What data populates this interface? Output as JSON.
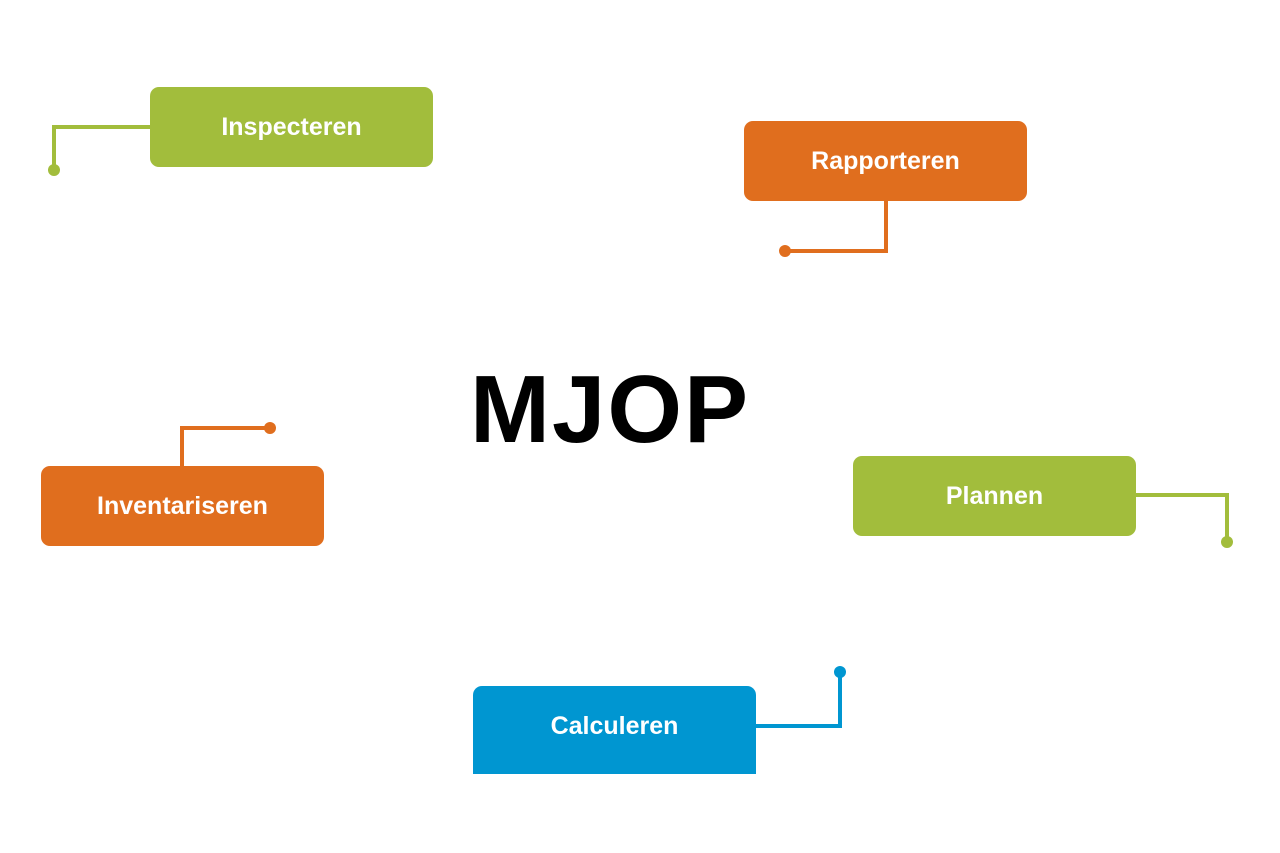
{
  "title": "MJOP",
  "colors": {
    "green": "#a2bd3c",
    "orange": "#e06e1e",
    "blue": "#0096d1"
  },
  "steps": [
    {
      "label": "Inspecteren",
      "color": "green"
    },
    {
      "label": "Rapporteren",
      "color": "orange"
    },
    {
      "label": "Inventariseren",
      "color": "orange"
    },
    {
      "label": "Plannen",
      "color": "green"
    },
    {
      "label": "Calculeren",
      "color": "blue"
    }
  ]
}
